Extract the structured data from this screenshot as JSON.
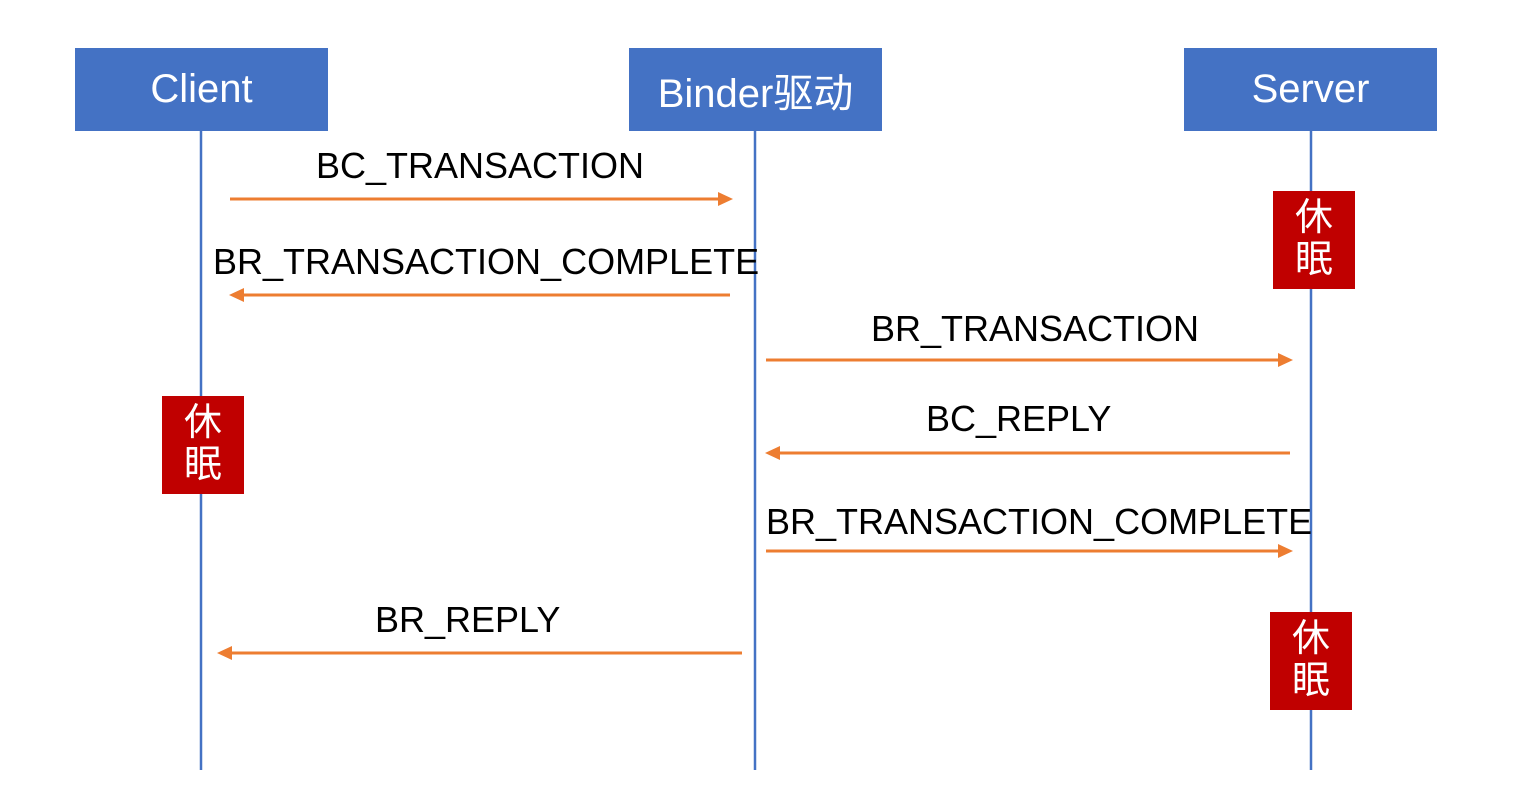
{
  "participants": {
    "client": "Client",
    "binder": "Binder驱动",
    "server": "Server"
  },
  "messages": [
    {
      "label": "BC_TRANSACTION",
      "from": "client",
      "to": "binder"
    },
    {
      "label": "BR_TRANSACTION_COMPLETE",
      "from": "binder",
      "to": "client"
    },
    {
      "label": "BR_TRANSACTION",
      "from": "binder",
      "to": "server"
    },
    {
      "label": "BC_REPLY",
      "from": "server",
      "to": "binder"
    },
    {
      "label": "BR_TRANSACTION_COMPLETE",
      "from": "binder",
      "to": "server"
    },
    {
      "label": "BR_REPLY",
      "from": "binder",
      "to": "client"
    }
  ],
  "sleep_markers": [
    {
      "participant": "server",
      "text": "休眠"
    },
    {
      "participant": "client",
      "text": "休眠"
    },
    {
      "participant": "server",
      "text": "休眠"
    }
  ],
  "colors": {
    "participant_box": "#4472c4",
    "lifeline": "#4472c4",
    "message_arrow": "#ed7d31",
    "sleep_box": "#c00000"
  }
}
